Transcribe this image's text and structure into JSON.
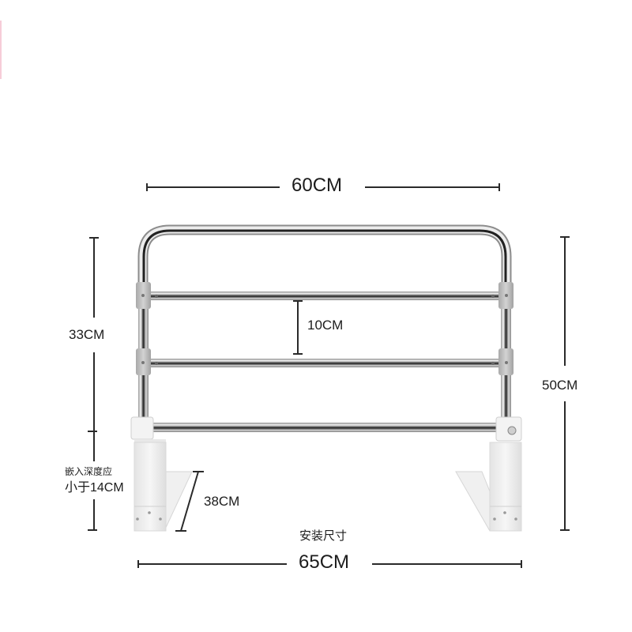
{
  "product": {
    "name": "bed-rail",
    "description": "Stainless steel foldable bed guard rail with white mounting brackets"
  },
  "dimensions": {
    "top_width": "60CM",
    "rail_spacing": "10CM",
    "rail_height": "33CM",
    "total_height": "50CM",
    "bracket_length": "38CM",
    "insert_depth_line1": "嵌入深度应",
    "insert_depth_line2": "小于14CM",
    "install_label": "安装尺寸",
    "install_width": "65CM"
  },
  "colors": {
    "background": "#ffffff",
    "line": "#2a2a2a",
    "steel_dark": "#2b2b2b",
    "steel_light": "#e8e8e8",
    "connector": "#bdbdbd",
    "bracket": "#efefef",
    "edge_accent": "#f6cdd8"
  }
}
